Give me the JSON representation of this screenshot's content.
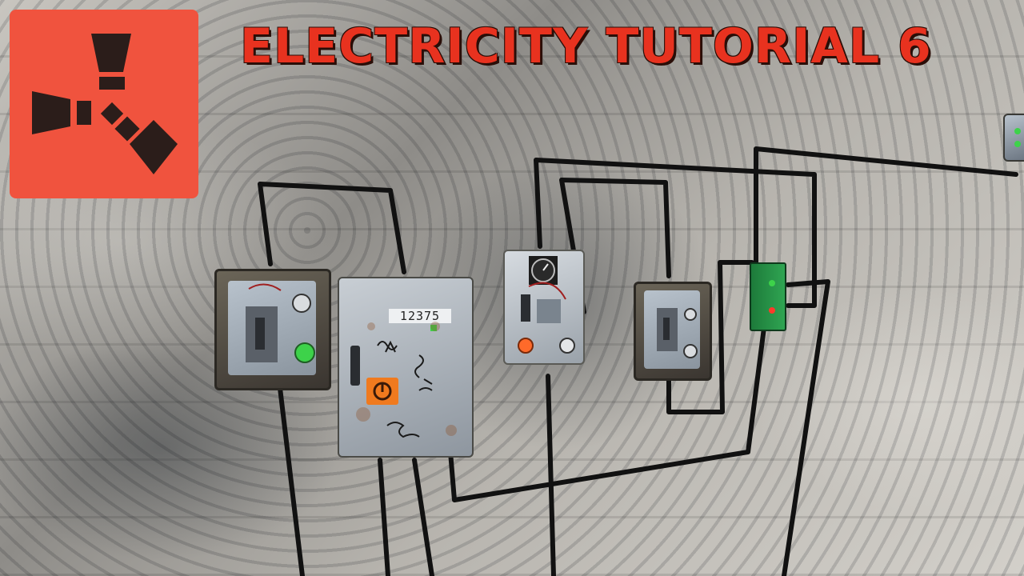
{
  "title": "ELECTRICITY TUTORIAL 6",
  "logo": {
    "icon": "rust-logo-icon",
    "background": "#f0533e"
  },
  "colors": {
    "title": "#e8321f",
    "wire": "#111111",
    "led_green": "#3dd24a",
    "led_orange": "#ff6a2a"
  },
  "devices": [
    {
      "name": "switch-1",
      "icon": "switch-icon",
      "led": "green"
    },
    {
      "name": "electrical-branch",
      "icon": "branch-box-icon",
      "display_text": "12375"
    },
    {
      "name": "timer",
      "icon": "timer-icon",
      "led": "orange"
    },
    {
      "name": "switch-2",
      "icon": "switch-icon"
    },
    {
      "name": "and-switch",
      "icon": "logic-gate-icon"
    }
  ]
}
